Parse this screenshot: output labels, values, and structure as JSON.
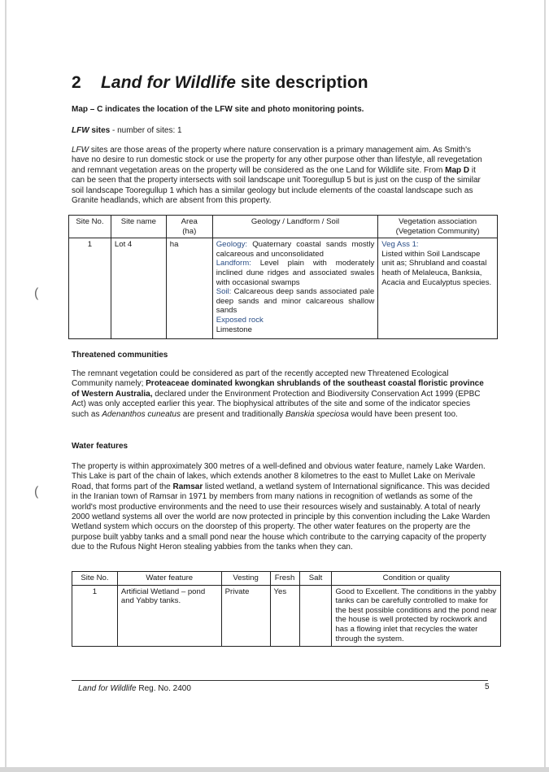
{
  "section": {
    "number": "2",
    "title_italic": "Land for Wildlife",
    "title_rest": " site description"
  },
  "map_note": "Map – C indicates the location of the LFW site and photo monitoring points.",
  "lfw_sites": {
    "label_italic": "LFW",
    "label_rest": " sites",
    "detail": " - number of sites:  1"
  },
  "intro": {
    "prefix_italic": "LFW",
    "part1": " sites are those areas of the property where nature conservation is a primary management aim. As Smith's have no desire to run domestic stock or use the property for any other purpose other than lifestyle, all revegetation and remnant vegetation areas on the property will be considered as the one Land for Wildlife site. From ",
    "map_ref": "Map D",
    "part2": " it can be seen that the property intersects with soil landscape unit Tooregullup 5 but is just on the cusp of the similar soil landscape Tooregullup 1 which has a similar geology but include elements of the coastal landscape such as Granite headlands, which are absent from this property."
  },
  "site_table": {
    "headers": [
      "Site No.",
      "Site name",
      "Area\n(ha)",
      "Geology / Landform / Soil",
      "Vegetation association\n(Vegetation Community)"
    ],
    "row": {
      "site_no": "1",
      "site_name": "Lot 4",
      "area": "ha",
      "geology_label": "Geology:",
      "geology_text": " Quaternary coastal sands mostly calcareous and unconsolidated",
      "landform_label": "Landform:",
      "landform_text": " Level plain with moderately inclined dune ridges and associated swales with occasional swamps",
      "soil_label": "Soil:",
      "soil_text": " Calcareous deep sands associated pale deep sands and minor calcareous shallow sands",
      "rock_label": "Exposed rock",
      "rock_text": "Limestone",
      "veg_label": "Veg Ass 1:",
      "veg_text": "Listed within Soil Landscape unit as; Shrubland and coastal heath of Melaleuca, Banksia, Acacia and Eucalyptus species."
    }
  },
  "threatened": {
    "heading": "Threatened communities",
    "p1": "The remnant vegetation could be considered as part of the recently accepted new Threatened Ecological Community namely; ",
    "community": "Proteaceae dominated kwongkan shrublands of the southeast coastal floristic province of Western Australia,",
    "p2": " declared under the Environment Protection and Biodiversity Conservation Act 1999 (EPBC Act) was only accepted earlier this year. The biophysical attributes of the site and some of the indicator species such as ",
    "species1": "Adenanthos cuneatus",
    "p3": " are present and traditionally ",
    "species2": "Banskia speciosa",
    "p4": " would have been present too."
  },
  "water": {
    "heading": "Water features",
    "p1": "The property is within approximately 300 metres of a well-defined and obvious water feature, namely Lake Warden. This Lake is part of the chain of lakes, which extends another 8 kilometres to the east to Mullet Lake on Merivale Road, that forms part of the ",
    "ramsar": "Ramsar",
    "p2": " listed wetland, a wetland system of International significance. This was decided in the Iranian town of Ramsar in 1971 by members from many nations in recognition of wetlands as some of the world's most productive environments and the need to use their resources wisely and sustainably. A total of nearly 2000 wetland systems all over the world are now protected in principle by this convention including the Lake Warden Wetland system which occurs on the doorstep of this property. The other water features on the property are the purpose built yabby tanks and a small pond near the house which contribute to the carrying capacity of the property due to the Rufous Night Heron stealing yabbies from the tanks when they can."
  },
  "water_table": {
    "headers": [
      "Site No.",
      "Water feature",
      "Vesting",
      "Fresh",
      "Salt",
      "Condition or quality"
    ],
    "row": {
      "site_no": "1",
      "feature": "Artificial Wetland – pond and Yabby tanks.",
      "vesting": "Private",
      "fresh": "Yes",
      "salt": "",
      "condition": "Good to Excellent. The conditions in the yabby tanks can be carefully controlled to make for the best possible conditions and the pond near the house is well protected by rockwork and has a flowing inlet that recycles the water through the system."
    }
  },
  "footer": {
    "left_italic": "Land for Wildlife",
    "left_rest": " Reg. No. 2400",
    "page_number": "5"
  },
  "margin_marks": [
    "(",
    "("
  ]
}
